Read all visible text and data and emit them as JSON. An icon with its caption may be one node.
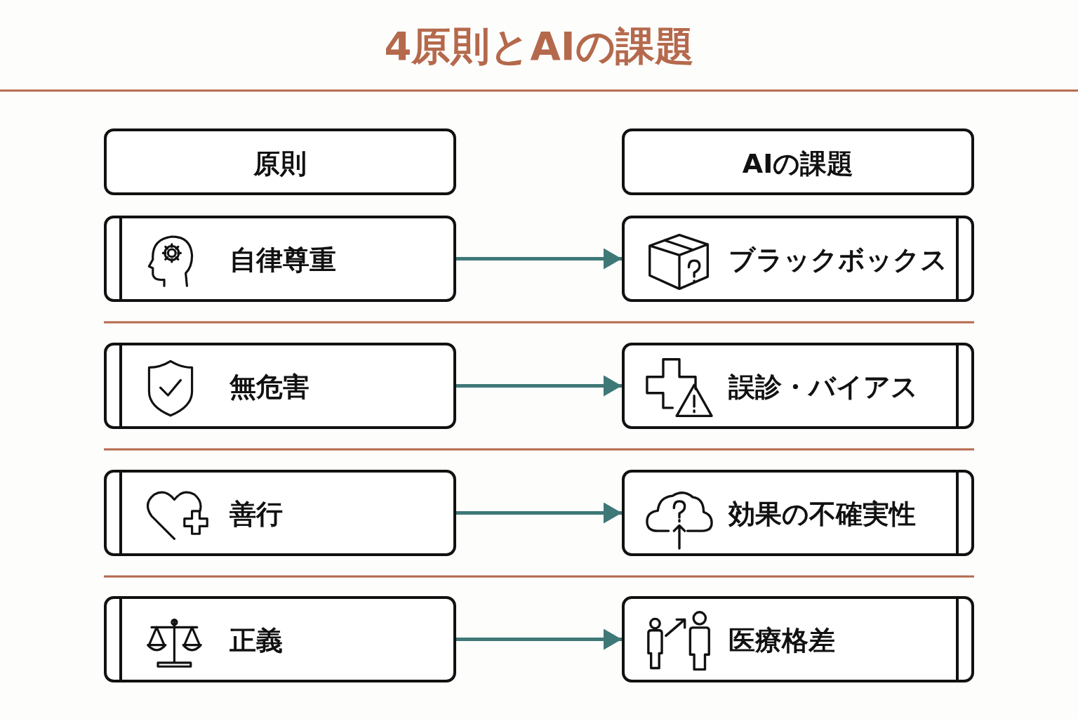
{
  "diagram": {
    "title": "4原則とAIの課題",
    "nodes": [
      {
        "text": [
          "原則"
        ]
      },
      {
        "text": [
          "AIの課題"
        ]
      },
      {
        "text": [
          "自律尊重"
        ]
      },
      {
        "text": [
          "ブラックボックス"
        ]
      },
      {
        "text": [
          "無危害"
        ]
      },
      {
        "text": [
          "誤診・バイアス"
        ]
      },
      {
        "text": [
          "善行"
        ]
      },
      {
        "text": [
          "効果の不確実性"
        ]
      },
      {
        "text": [
          "正義"
        ]
      },
      {
        "text": [
          "医療格差"
        ]
      }
    ],
    "edges": [
      {
        "from": 2,
        "to": 3,
        "arrow": "to"
      },
      {
        "from": 4,
        "to": 5,
        "arrow": "to"
      },
      {
        "from": 6,
        "to": 7,
        "arrow": "to"
      },
      {
        "from": 8,
        "to": 9,
        "arrow": "to"
      }
    ]
  }
}
